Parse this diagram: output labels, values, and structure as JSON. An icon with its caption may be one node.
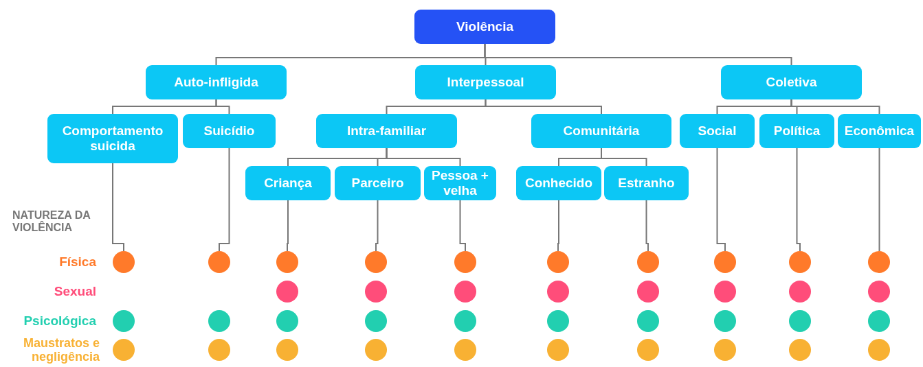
{
  "diagram": {
    "nodes": [
      {
        "text": [
          "Violência"
        ]
      },
      {
        "text": [
          "Auto-infligida"
        ]
      },
      {
        "text": [
          "Interpessoal"
        ]
      },
      {
        "text": [
          "Coletiva"
        ]
      },
      {
        "text": [
          "Comportamento suicida"
        ]
      },
      {
        "text": [
          "Suicídio"
        ]
      },
      {
        "text": [
          "Intra-familiar"
        ]
      },
      {
        "text": [
          "Comunitária"
        ]
      },
      {
        "text": [
          "Social"
        ]
      },
      {
        "text": [
          "Política"
        ]
      },
      {
        "text": [
          "Econômica"
        ]
      },
      {
        "text": [
          "Criança"
        ]
      },
      {
        "text": [
          "Parceiro"
        ]
      },
      {
        "text": [
          "Pessoa + velha"
        ]
      },
      {
        "text": [
          "Conhecido"
        ]
      },
      {
        "text": [
          "Estranho"
        ]
      },
      {
        "text": [],
        "shape": "circle"
      },
      {
        "text": [],
        "shape": "circle"
      },
      {
        "text": [],
        "shape": "circle"
      },
      {
        "text": [],
        "shape": "circle"
      },
      {
        "text": [],
        "shape": "circle"
      },
      {
        "text": [],
        "shape": "circle"
      },
      {
        "text": [],
        "shape": "circle"
      },
      {
        "text": [],
        "shape": "circle"
      },
      {
        "text": [],
        "shape": "circle"
      },
      {
        "text": [],
        "shape": "circle"
      },
      {
        "text": [],
        "shape": "circle"
      },
      {
        "text": [],
        "shape": "circle"
      },
      {
        "text": [],
        "shape": "circle"
      },
      {
        "text": [],
        "shape": "circle"
      },
      {
        "text": [],
        "shape": "circle"
      },
      {
        "text": [],
        "shape": "circle"
      },
      {
        "text": [],
        "shape": "circle"
      },
      {
        "text": [],
        "shape": "circle"
      },
      {
        "text": [],
        "shape": "circle"
      },
      {
        "text": [],
        "shape": "circle"
      },
      {
        "text": [],
        "shape": "circle"
      },
      {
        "text": [],
        "shape": "circle"
      },
      {
        "text": [],
        "shape": "circle"
      },
      {
        "text": [],
        "shape": "circle"
      },
      {
        "text": [],
        "shape": "circle"
      },
      {
        "text": [],
        "shape": "circle"
      },
      {
        "text": [],
        "shape": "circle"
      },
      {
        "text": [],
        "shape": "circle"
      },
      {
        "text": [],
        "shape": "circle"
      },
      {
        "text": [],
        "shape": "circle"
      },
      {
        "text": [],
        "shape": "circle"
      },
      {
        "text": [],
        "shape": "circle"
      },
      {
        "text": [],
        "shape": "circle"
      },
      {
        "text": [],
        "shape": "circle"
      },
      {
        "text": [],
        "shape": "circle"
      },
      {
        "text": [],
        "shape": "circle"
      },
      {
        "text": [],
        "shape": "circle"
      },
      {
        "text": [],
        "shape": "circle"
      }
    ],
    "edges": [
      {
        "from": 0,
        "to": 1,
        "arrow": "none"
      },
      {
        "from": 0,
        "to": 2,
        "arrow": "none"
      },
      {
        "from": 0,
        "to": 3,
        "arrow": "none"
      },
      {
        "from": 1,
        "to": 4,
        "arrow": "none"
      },
      {
        "from": 1,
        "to": 5,
        "arrow": "none"
      },
      {
        "from": 2,
        "to": 6,
        "arrow": "none"
      },
      {
        "from": 2,
        "to": 7,
        "arrow": "none"
      },
      {
        "from": 3,
        "to": 8,
        "arrow": "none"
      },
      {
        "from": 3,
        "to": 9,
        "arrow": "none"
      },
      {
        "from": 3,
        "to": 10,
        "arrow": "none"
      },
      {
        "from": 6,
        "to": 11,
        "arrow": "none"
      },
      {
        "from": 6,
        "to": 12,
        "arrow": "none"
      },
      {
        "from": 6,
        "to": 13,
        "arrow": "none"
      },
      {
        "from": 7,
        "to": 14,
        "arrow": "none"
      },
      {
        "from": 7,
        "to": 15,
        "arrow": "none"
      },
      {
        "from": 4,
        "to": 16,
        "arrow": "none"
      },
      {
        "from": 5,
        "to": 17,
        "arrow": "none"
      },
      {
        "from": 11,
        "to": 18,
        "arrow": "none"
      },
      {
        "from": 12,
        "to": 19,
        "arrow": "none"
      },
      {
        "from": 13,
        "to": 20,
        "arrow": "none"
      },
      {
        "from": 14,
        "to": 21,
        "arrow": "none"
      },
      {
        "from": 15,
        "to": 22,
        "arrow": "none"
      },
      {
        "from": 8,
        "to": 23,
        "arrow": "none"
      },
      {
        "from": 9,
        "to": 24,
        "arrow": "none"
      },
      {
        "from": 10,
        "to": 25,
        "arrow": "none"
      }
    ],
    "labels": [
      "NATUREZA DA VIOLÊNCIA",
      "Física",
      "Sexual",
      "Psicológica",
      "Maustratos e negligência"
    ]
  }
}
